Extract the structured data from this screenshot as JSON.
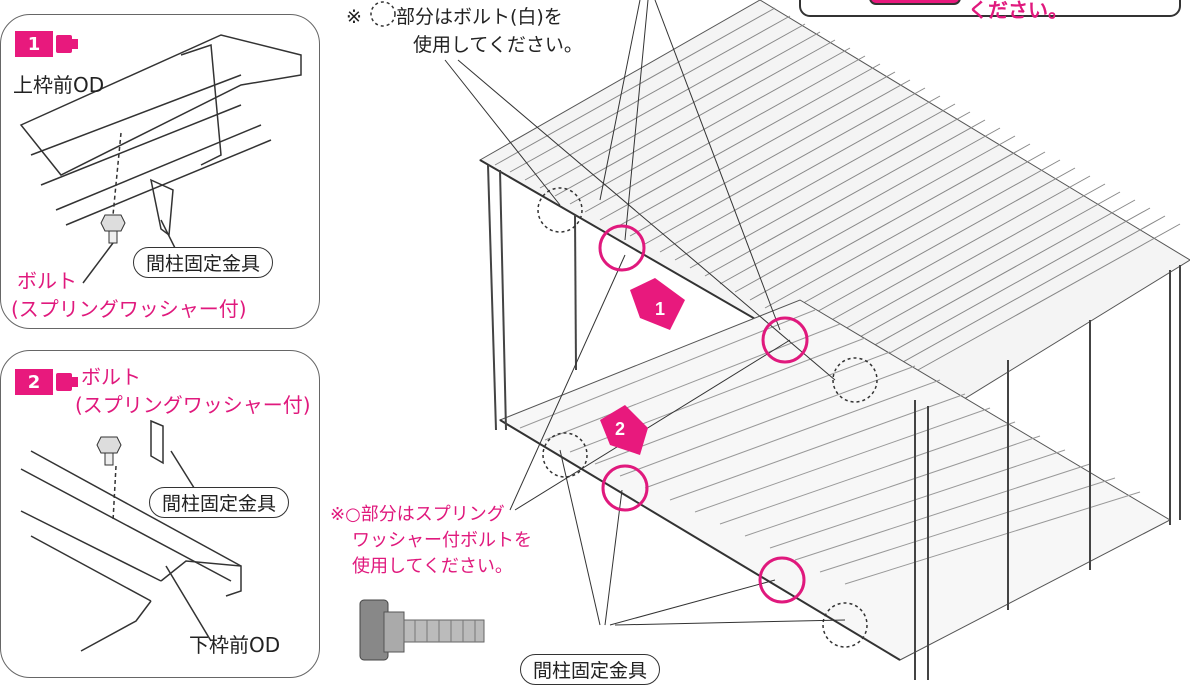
{
  "top_note": {
    "mark": "※",
    "line1": "部分はボルト(白)を",
    "line2": "使用してください。"
  },
  "top_right_callout": {
    "text": "ください。"
  },
  "panel1": {
    "step": "1",
    "part_label": "上枠前OD",
    "bolt_label": "ボルト",
    "bolt_sub": "(スプリングワッシャー付)",
    "bracket_label": "間柱固定金具"
  },
  "panel2": {
    "step": "2",
    "bolt_label": "ボルト",
    "bolt_sub": "(スプリングワッシャー付)",
    "bracket_label": "間柱固定金具",
    "part_label": "下枠前OD"
  },
  "spring_note": {
    "line1": "※○部分はスプリング",
    "line2": "ワッシャー付ボルトを",
    "line3": "使用してください。"
  },
  "bottom_label": "間柱固定金具",
  "markers": [
    "1",
    "2"
  ],
  "colors": {
    "accent": "#e8197d",
    "line": "#333333"
  }
}
